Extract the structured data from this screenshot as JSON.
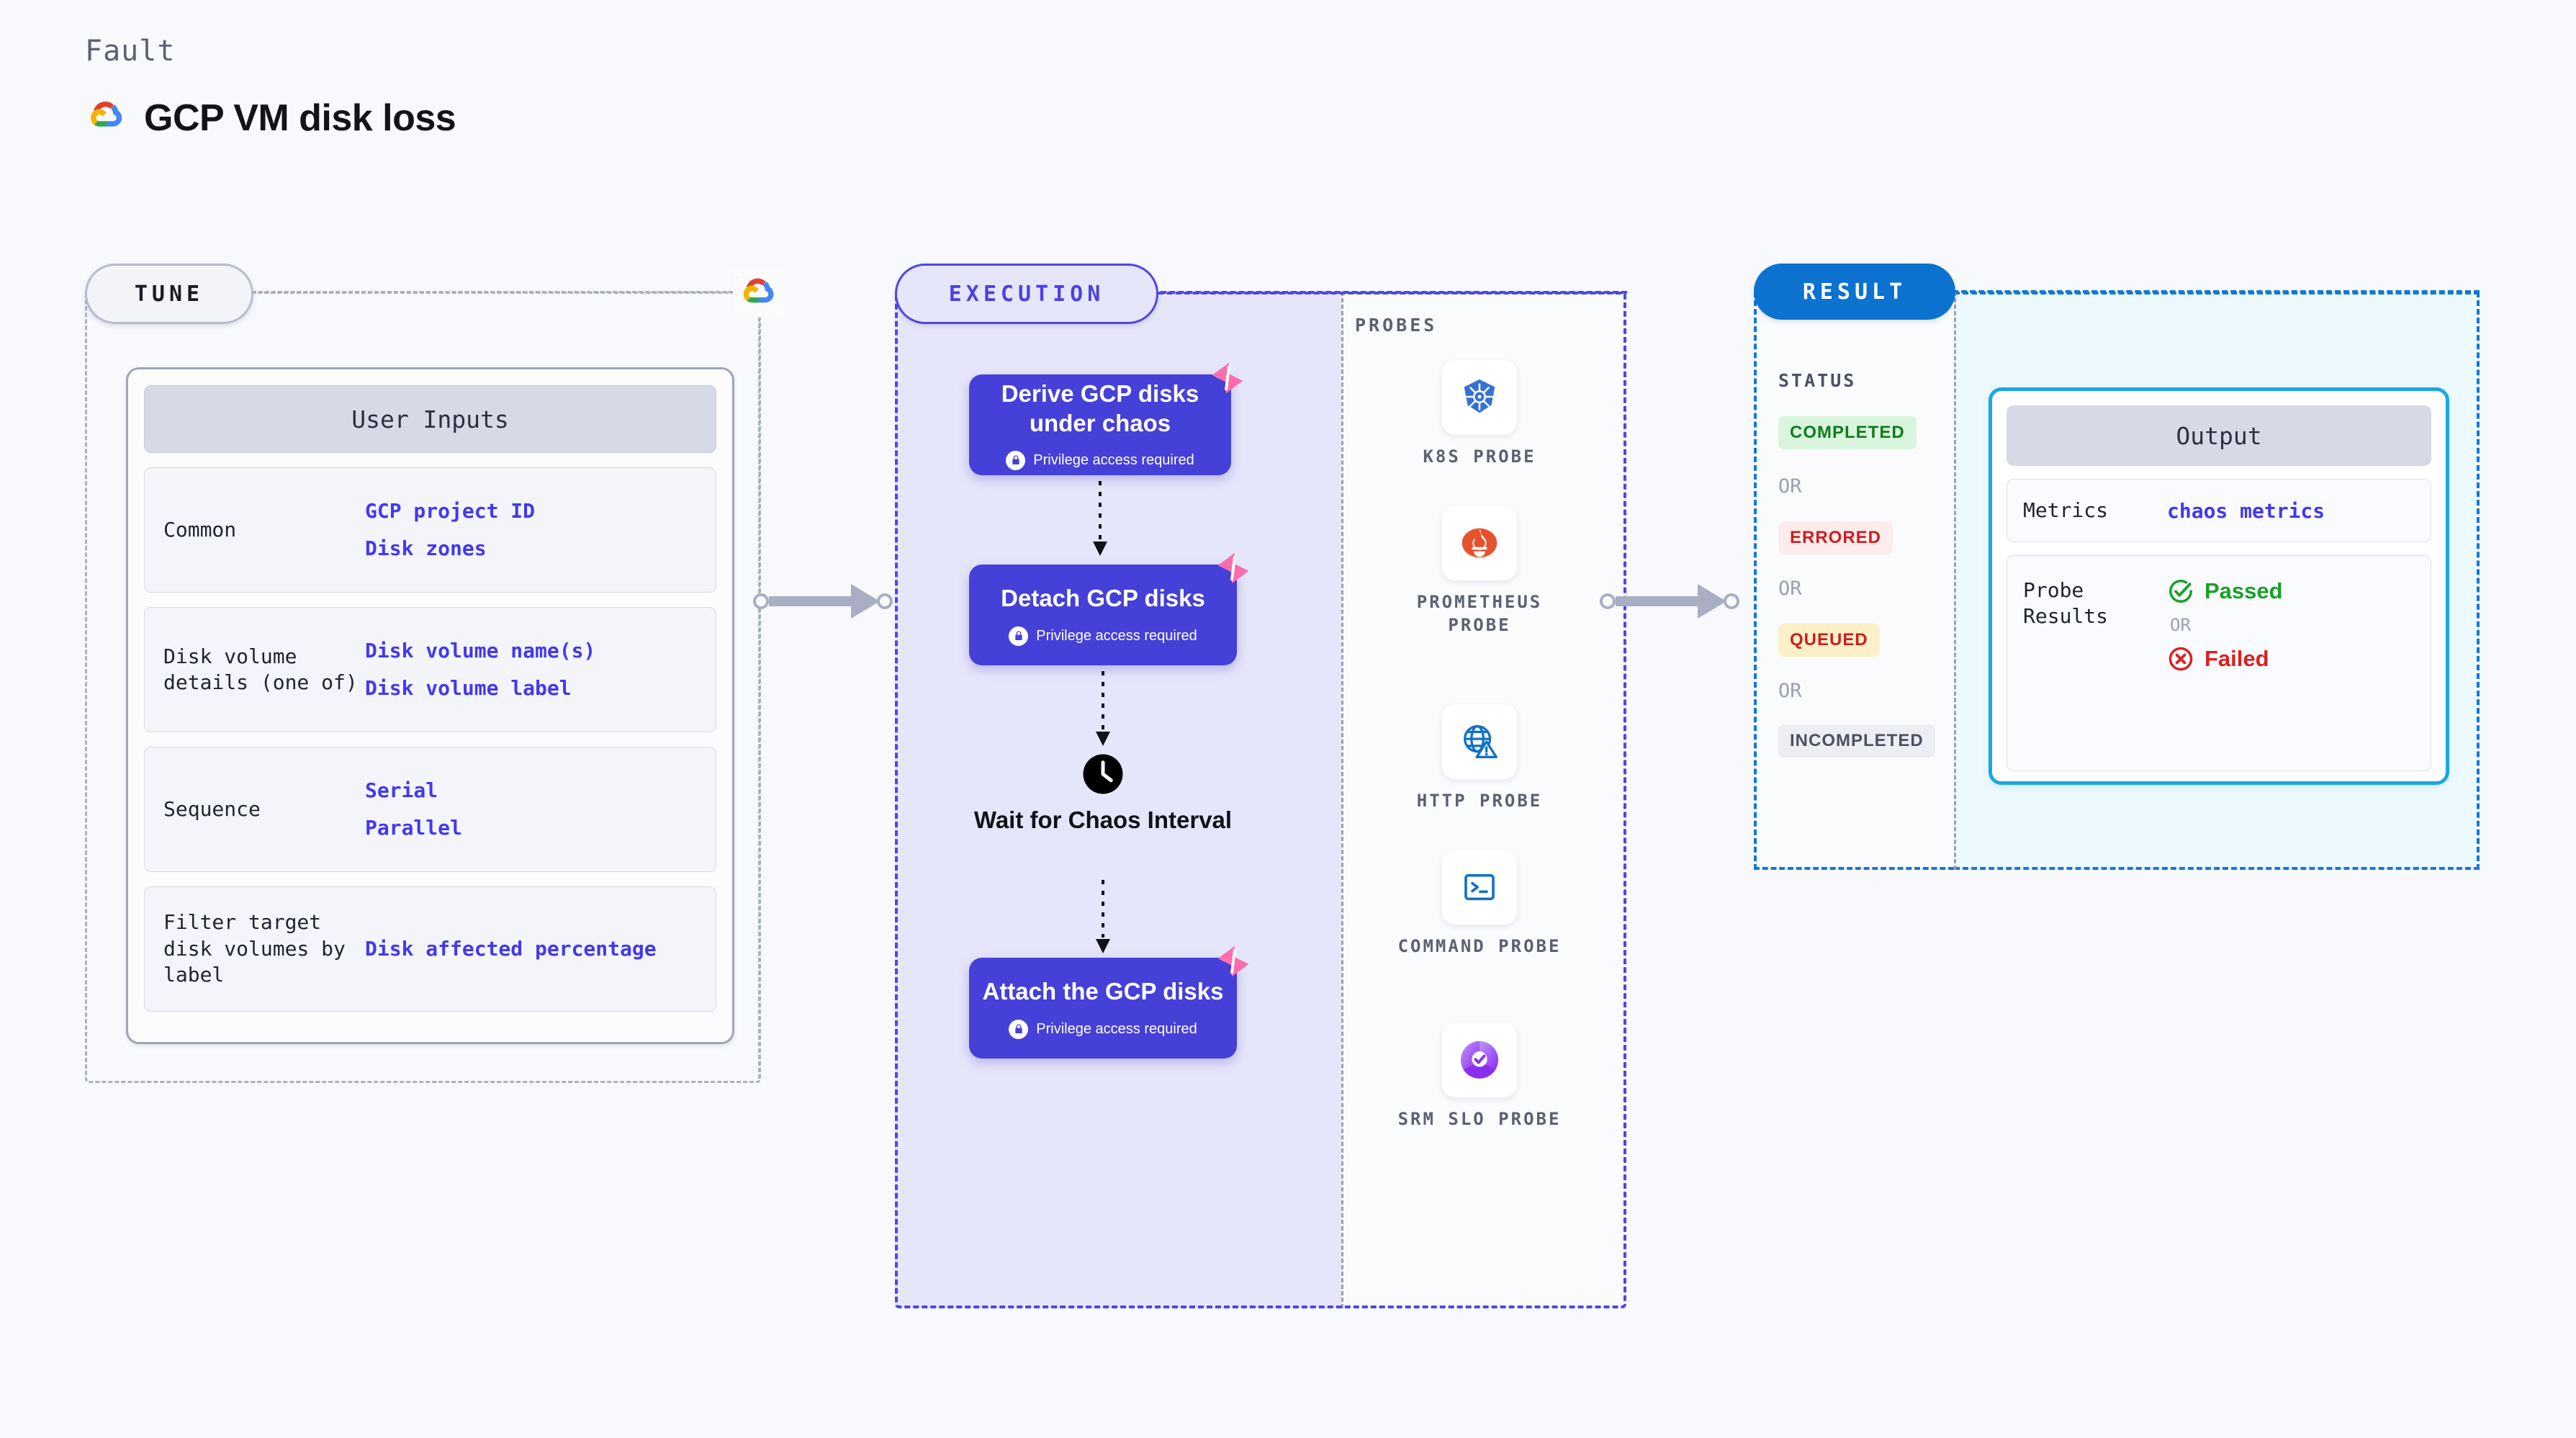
{
  "header": {
    "eyebrow": "Fault",
    "title": "GCP VM disk loss",
    "logo_icon": "gcp-logo-icon"
  },
  "tune": {
    "pill_label": "TUNE",
    "provider_icon": "gcp-logo-icon",
    "card_title": "User Inputs",
    "rows": [
      {
        "key": "Common",
        "values": [
          "GCP project ID",
          "Disk zones"
        ]
      },
      {
        "key": "Disk volume details (one of)",
        "values": [
          "Disk volume name(s)",
          "Disk volume label"
        ]
      },
      {
        "key": "Sequence",
        "values": [
          "Serial",
          "Parallel"
        ]
      },
      {
        "key": "Filter target disk volumes by label",
        "values": [
          "Disk affected percentage"
        ]
      }
    ]
  },
  "execution": {
    "pill_label": "EXECUTION",
    "privilege_note": "Privilege access required",
    "steps": [
      {
        "title": "Derive GCP disks under chaos",
        "privilege": true,
        "badge_icon": "litmus-chaos-icon"
      },
      {
        "title": "Detach GCP disks",
        "privilege": true,
        "badge_icon": "litmus-chaos-icon"
      },
      {
        "title": "Attach the GCP disks",
        "privilege": true,
        "badge_icon": "litmus-chaos-icon"
      }
    ],
    "wait_node": {
      "label": "Wait for Chaos Interval",
      "icon": "clock-icon"
    }
  },
  "probes": {
    "title": "PROBES",
    "items": [
      {
        "label": "K8S PROBE",
        "icon": "kubernetes-icon"
      },
      {
        "label": "PROMETHEUS PROBE",
        "icon": "prometheus-icon"
      },
      {
        "label": "HTTP PROBE",
        "icon": "http-globe-warning-icon"
      },
      {
        "label": "COMMAND PROBE",
        "icon": "terminal-icon"
      },
      {
        "label": "SRM SLO PROBE",
        "icon": "srm-slo-icon"
      }
    ]
  },
  "result": {
    "pill_label": "RESULT",
    "status_title": "STATUS",
    "or_label": "OR",
    "statuses": [
      {
        "label": "COMPLETED",
        "bg": "#d9f5dd",
        "color": "#107c1d"
      },
      {
        "label": "ERRORED",
        "bg": "#fdecec",
        "color": "#cc1f1f"
      },
      {
        "label": "QUEUED",
        "bg": "#fcf0c8",
        "color": "#cc1f1f"
      },
      {
        "label": "INCOMPLETED",
        "bg": "#eceef4",
        "color": "#4b5161"
      }
    ],
    "output": {
      "card_title": "Output",
      "metrics_key": "Metrics",
      "metrics_value": "chaos metrics",
      "probe_key": "Probe Results",
      "passed_label": "Passed",
      "failed_label": "Failed",
      "or_label": "OR",
      "passed_icon": "check-circle-icon",
      "failed_icon": "x-circle-icon"
    }
  },
  "colors": {
    "accent_indigo": "#4540d8",
    "accent_blue": "#1577d3",
    "accent_cyan": "#1ba7e0",
    "litmus_pink": "#fb6eae",
    "link_violet": "#4338ef"
  }
}
